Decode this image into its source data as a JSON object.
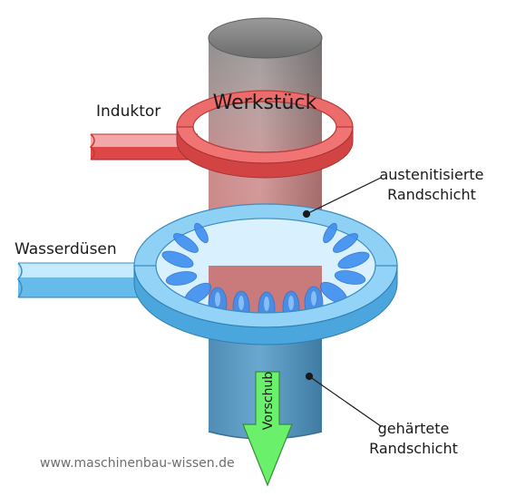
{
  "labels": {
    "workpiece": "Werkstück",
    "inductor": "Induktor",
    "austenitized_line1": "austenitisierte",
    "austenitized_line2": "Randschicht",
    "water_nozzles": "Wasserdüsen",
    "hardened_line1": "gehärtete",
    "hardened_line2": "Randschicht",
    "feed": "Vorschub",
    "website": "www.maschinenbau-wissen.de"
  },
  "colors": {
    "workpiece_gray": "#8c8c8c",
    "austenitized_red": "#c97a7a",
    "inductor_red": "#e05555",
    "hardened_blue": "#5a97bd",
    "nozzle_ring_blue": "#7cc4ee",
    "water_jet_blue": "#3d8ff0",
    "feed_arrow_green": "#6af06a"
  },
  "icons": {
    "feed_arrow": "arrow-down",
    "pointer_dot": "dot"
  }
}
